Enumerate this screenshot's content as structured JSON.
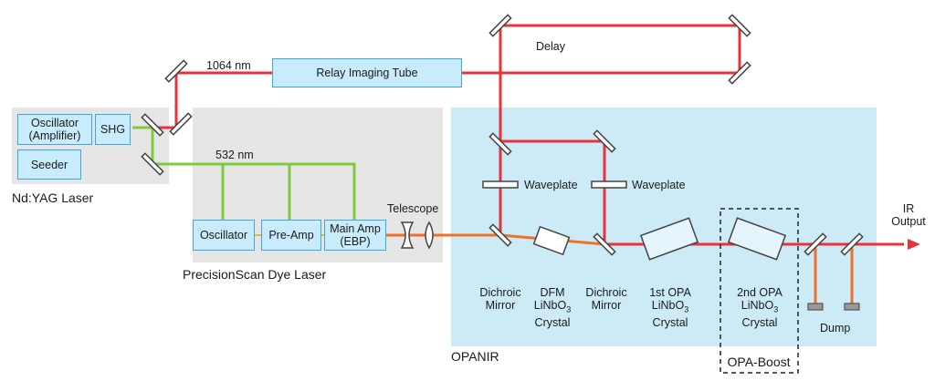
{
  "sections": {
    "ndyag": "Nd:YAG Laser",
    "dye": "PrecisionScan Dye Laser",
    "opanir": "OPANIR",
    "opa_boost": "OPA-Boost"
  },
  "boxes": {
    "oscillator_amp": "Oscillator\n(Amplifier)",
    "shg": "SHG",
    "seeder": "Seeder",
    "relay": "Relay Imaging Tube",
    "dye_osc": "Oscillator",
    "pre_amp": "Pre-Amp",
    "main_amp": "Main Amp\n(EBP)"
  },
  "beam_labels": {
    "nm1064": "1064 nm",
    "nm532": "532 nm",
    "delay": "Delay",
    "telescope": "Telescope"
  },
  "optics": {
    "waveplate1": "Waveplate",
    "waveplate2": "Waveplate",
    "dichroic1_line1": "Dichroic",
    "dichroic1_line2": "Mirror",
    "dfm_line1": "DFM",
    "dfm_line2": "LiNbO",
    "dfm_sub": "3",
    "dfm_line3": "Crystal",
    "dichroic2_line1": "Dichroic",
    "dichroic2_line2": "Mirror",
    "opa1_line1": "1st OPA",
    "opa1_line2": "LiNbO",
    "opa1_sub": "3",
    "opa1_line3": "Crystal",
    "opa2_line1": "2nd OPA",
    "opa2_line2": "LiNbO",
    "opa2_sub": "3",
    "opa2_line3": "Crystal",
    "dump": "Dump",
    "ir_output_line1": "IR",
    "ir_output_line2": "Output"
  },
  "colors": {
    "red_beam": "#e8323c",
    "green_beam": "#7dc93f",
    "orange_beam": "#f07028",
    "panel_gray": "#e6e6e6",
    "panel_blue": "#cdebf7",
    "box_fill": "#c8ecfb",
    "box_border": "#3aa8d8"
  }
}
